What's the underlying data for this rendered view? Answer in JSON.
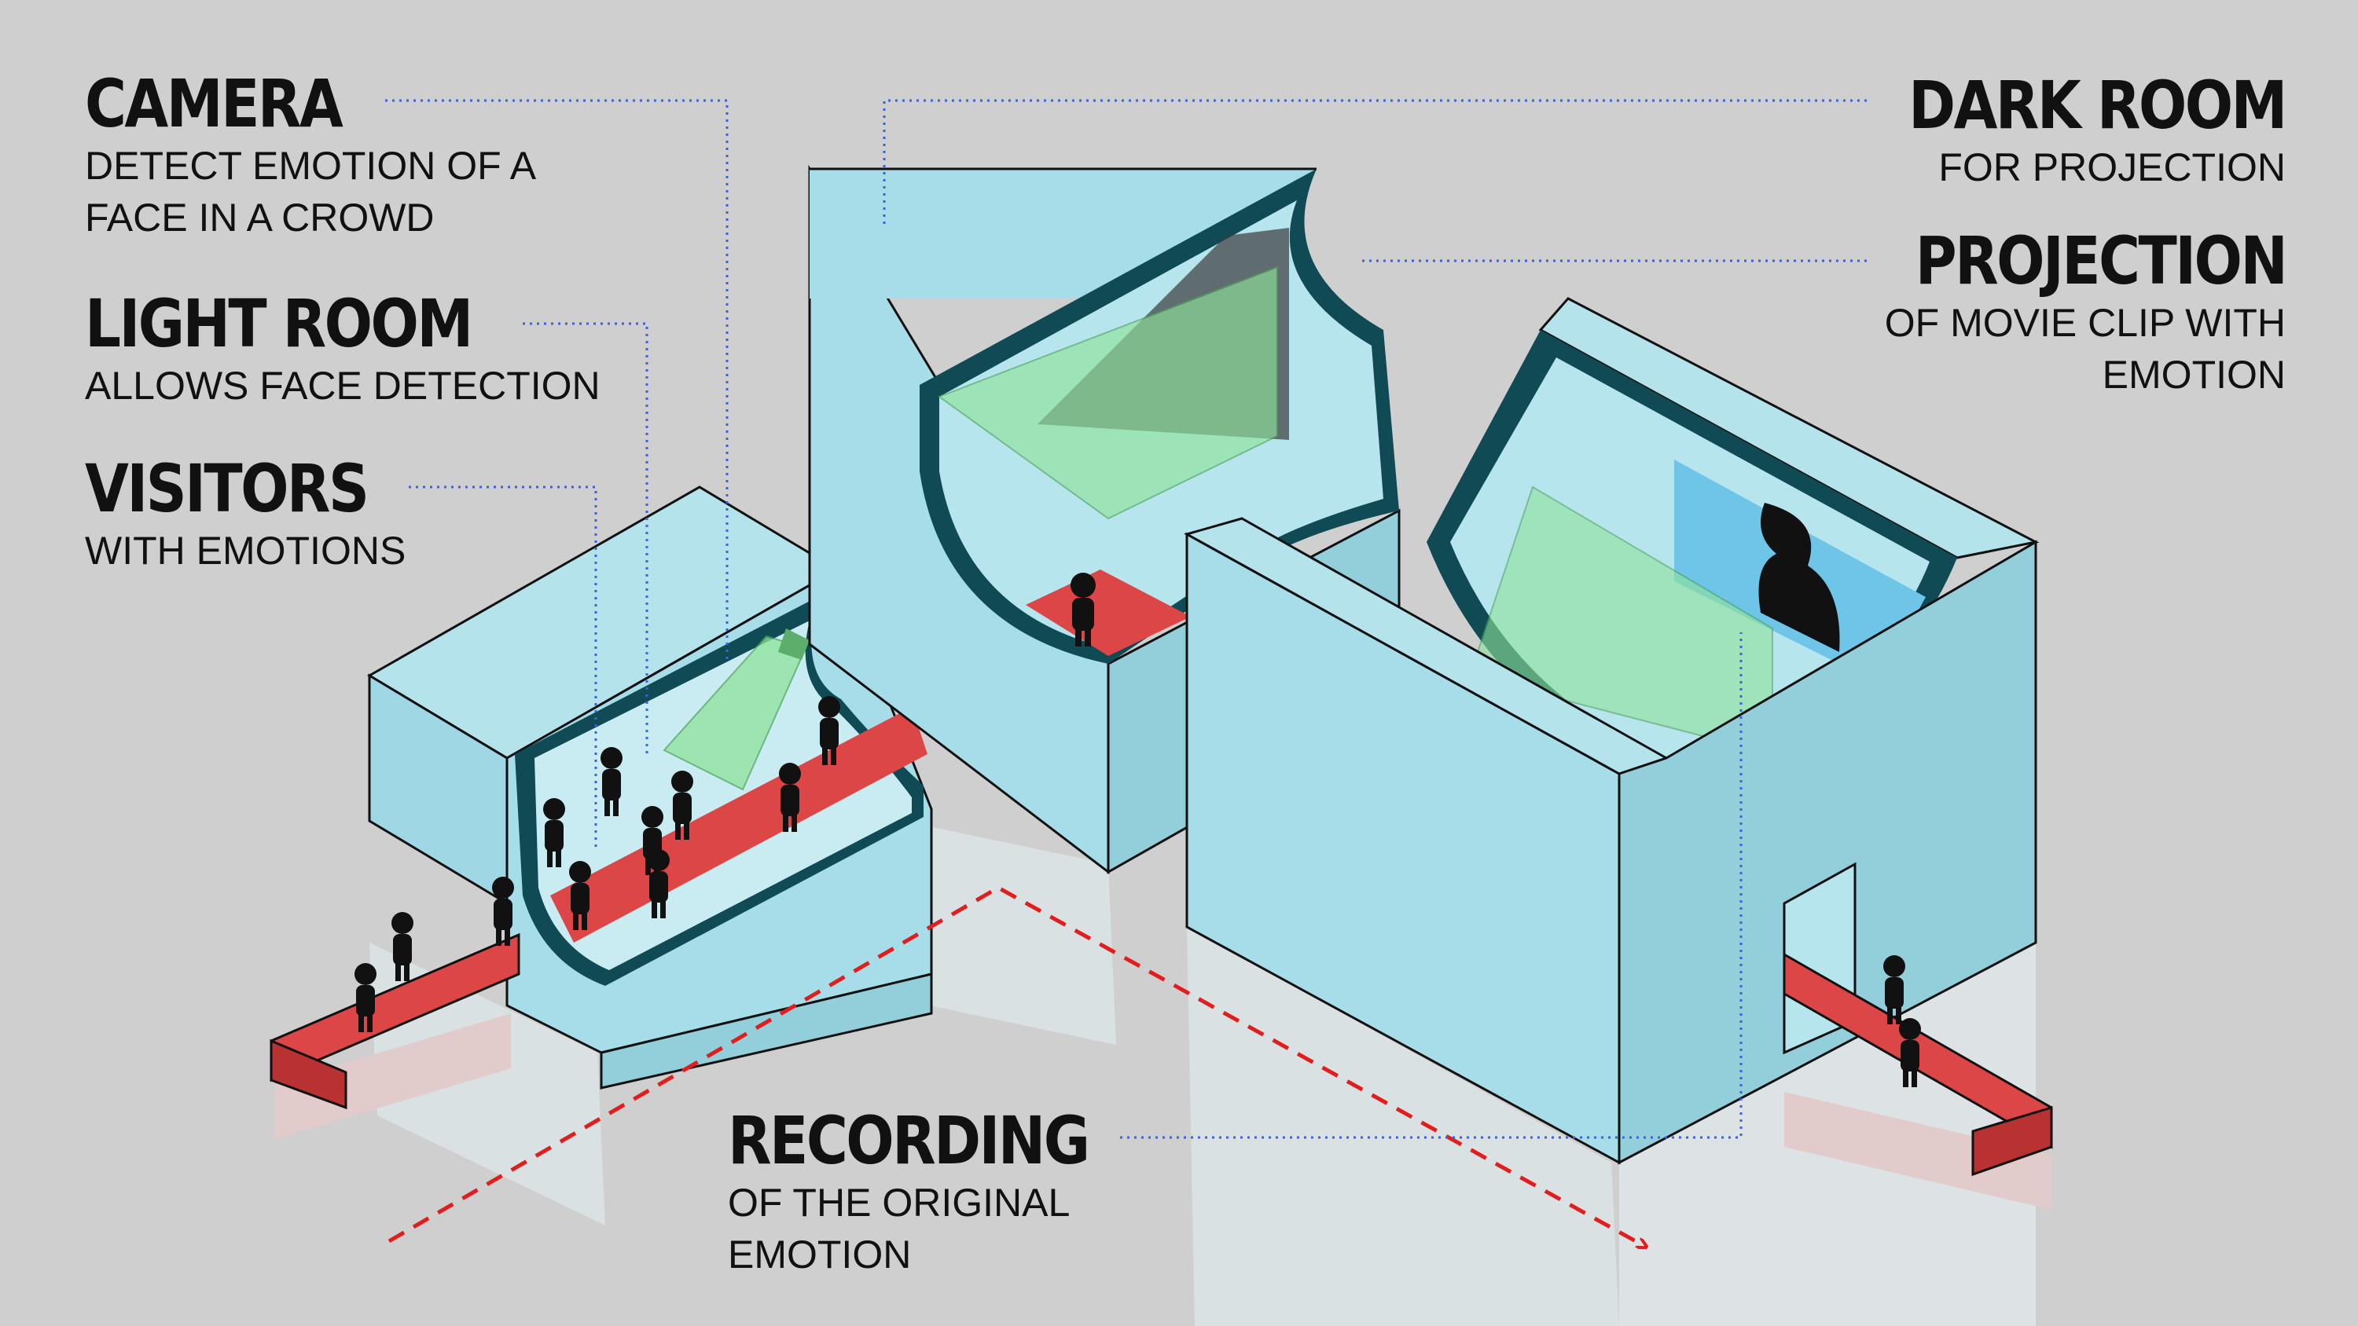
{
  "labels": {
    "camera": {
      "title": "CAMERA",
      "desc": "DETECT EMOTION OF A\nFACE IN A CROWD"
    },
    "light_room": {
      "title": "LIGHT ROOM",
      "desc": "ALLOWS FACE DETECTION"
    },
    "visitors": {
      "title": "VISITORS",
      "desc": "WITH EMOTIONS"
    },
    "dark_room": {
      "title": "DARK ROOM",
      "desc": "FOR PROJECTION"
    },
    "projection": {
      "title": "PROJECTION",
      "desc": "OF MOVIE CLIP WITH\nEMOTION"
    },
    "recording": {
      "title": "RECORDING",
      "desc": "OF THE ORIGINAL\nEMOTION"
    }
  },
  "colors": {
    "background": "#cfcfcf",
    "wall": "#a6dde8",
    "wall_dark": "#8fcbd8",
    "outline": "#0f4a55",
    "carpet": "#dc4646",
    "leader": "#3d62d8",
    "cone": "#8fe39a",
    "screen": "#6fc5e8",
    "flow_arrow": "#e11d1d"
  }
}
